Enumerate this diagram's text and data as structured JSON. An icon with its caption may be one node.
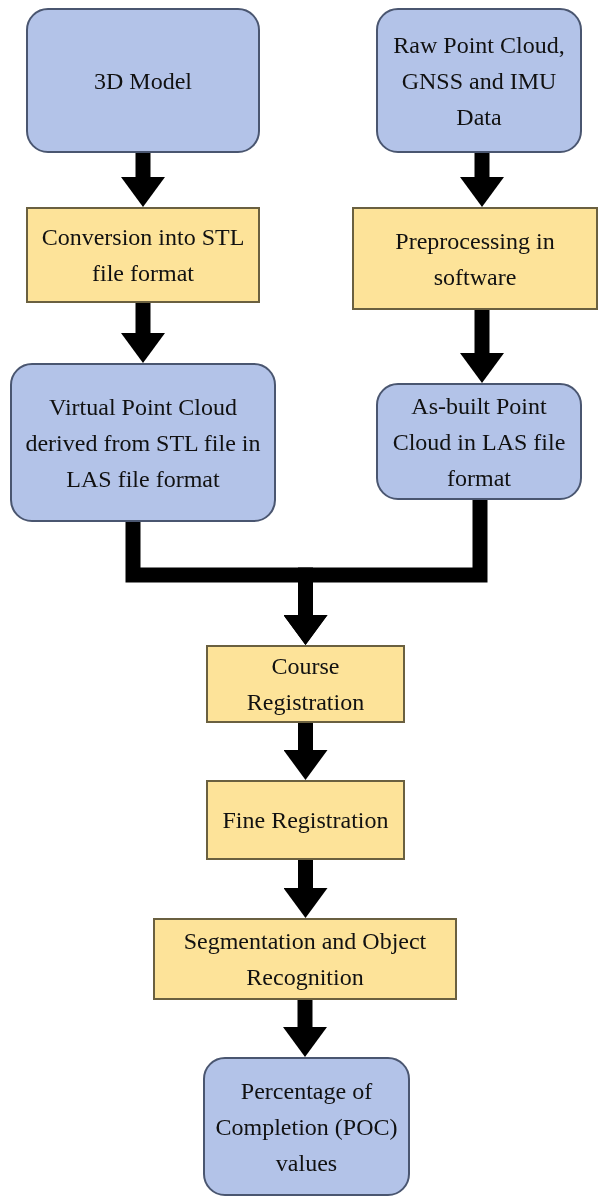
{
  "diagram": {
    "nodes": [
      {
        "text": [
          "3D Model"
        ]
      },
      {
        "text": [
          "Raw Point Cloud, GNSS and IMU Data"
        ]
      },
      {
        "text": [
          "Conversion into STL file format"
        ]
      },
      {
        "text": [
          "Preprocessing in software"
        ]
      },
      {
        "text": [
          "Virtual Point Cloud derived from STL file in LAS file format"
        ]
      },
      {
        "text": [
          "As-built Point Cloud in LAS file format"
        ]
      },
      {
        "text": [
          "Course Registration"
        ]
      },
      {
        "text": [
          "Fine Registration"
        ]
      },
      {
        "text": [
          "Segmentation and Object Recognition"
        ]
      },
      {
        "text": [
          "Percentage of Completion (POC) values"
        ]
      }
    ],
    "edges": [
      {
        "from": 0,
        "to": 2,
        "arrow": "to"
      },
      {
        "from": 1,
        "to": 3,
        "arrow": "to"
      },
      {
        "from": 2,
        "to": 4,
        "arrow": "to"
      },
      {
        "from": 3,
        "to": 5,
        "arrow": "to"
      },
      {
        "from": 4,
        "to": 6,
        "arrow": "to"
      },
      {
        "from": 5,
        "to": 6,
        "arrow": "to"
      },
      {
        "from": 6,
        "to": 7,
        "arrow": "to"
      },
      {
        "from": 7,
        "to": 8,
        "arrow": "to"
      },
      {
        "from": 8,
        "to": 9,
        "arrow": "to"
      }
    ]
  }
}
